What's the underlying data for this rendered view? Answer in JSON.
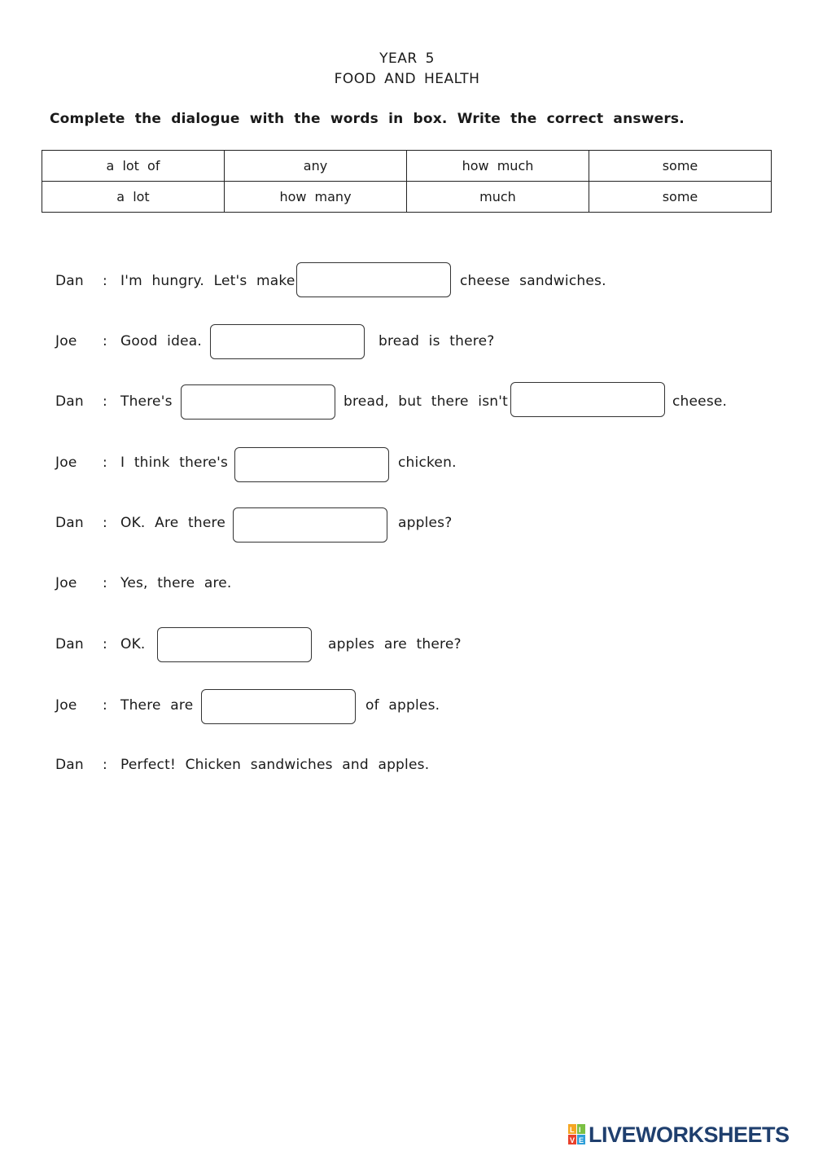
{
  "header": {
    "year": "YEAR 5",
    "topic": "FOOD AND HEALTH"
  },
  "instructions": "Complete the dialogue with the words in box. Write the correct answers.",
  "word_box": {
    "rows": [
      [
        "a lot of",
        "any",
        "how much",
        "some"
      ],
      [
        "a lot",
        "how many",
        "much",
        "some"
      ]
    ]
  },
  "dialogue": [
    {
      "speaker": "Dan",
      "before": "I'm hungry. Let's make",
      "after": "cheese sandwiches."
    },
    {
      "speaker": "Joe",
      "before": "Good idea.",
      "after": "bread is there?"
    },
    {
      "speaker": "Dan",
      "before": "There's",
      "middle": "bread, but there isn't",
      "after": "cheese."
    },
    {
      "speaker": "Joe",
      "before": "I think there's",
      "after": "chicken."
    },
    {
      "speaker": "Dan",
      "before": "OK. Are there",
      "after": "apples?"
    },
    {
      "speaker": "Joe",
      "text": "Yes, there are."
    },
    {
      "speaker": "Dan",
      "before": "OK.",
      "after": "apples are there?"
    },
    {
      "speaker": "Joe",
      "before": "There are",
      "after": "of apples."
    },
    {
      "speaker": "Dan",
      "text": "Perfect! Chicken sandwiches and apples."
    }
  ],
  "separator": ":",
  "footer": {
    "brand": "LIVEWORKSHEETS",
    "brand_icon": "liveworksheets-logo-icon",
    "brand_color": "#1f3f6e"
  }
}
